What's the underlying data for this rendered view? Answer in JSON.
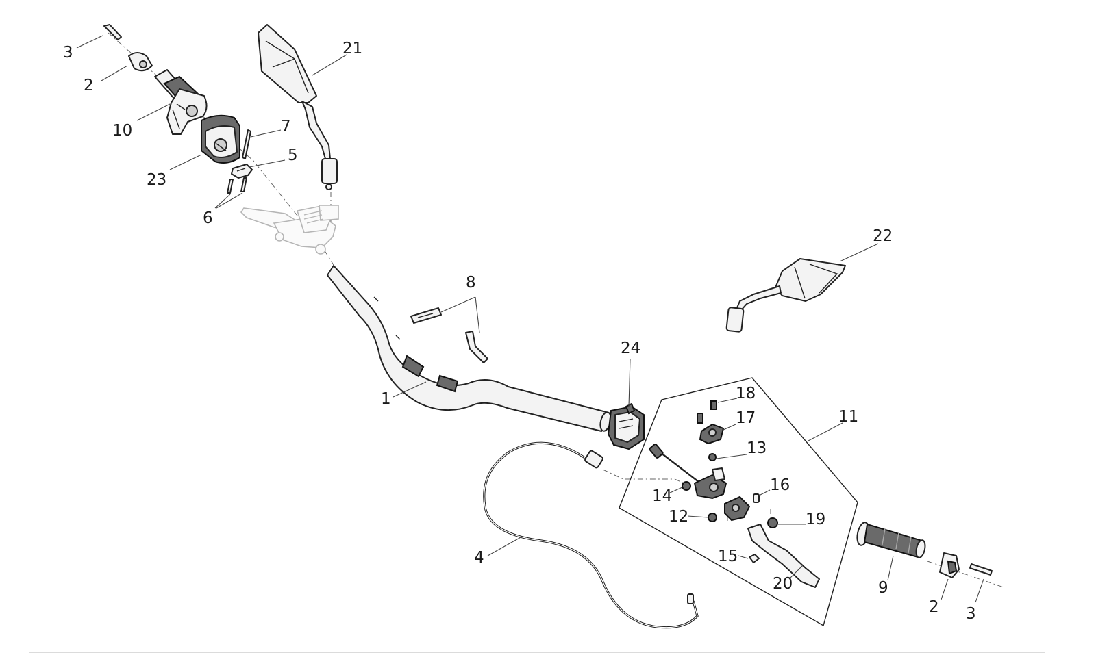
{
  "diagram": {
    "type": "exploded-parts-view",
    "callouts": {
      "c1": "1",
      "c2a": "2",
      "c2b": "2",
      "c3a": "3",
      "c3b": "3",
      "c4": "4",
      "c5": "5",
      "c6": "6",
      "c7": "7",
      "c8": "8",
      "c9": "9",
      "c10": "10",
      "c11": "11",
      "c12": "12",
      "c13": "13",
      "c14": "14",
      "c15": "15",
      "c16": "16",
      "c17": "17",
      "c18": "18",
      "c19": "19",
      "c20": "20",
      "c21": "21",
      "c22": "22",
      "c23": "23",
      "c24": "24"
    }
  }
}
